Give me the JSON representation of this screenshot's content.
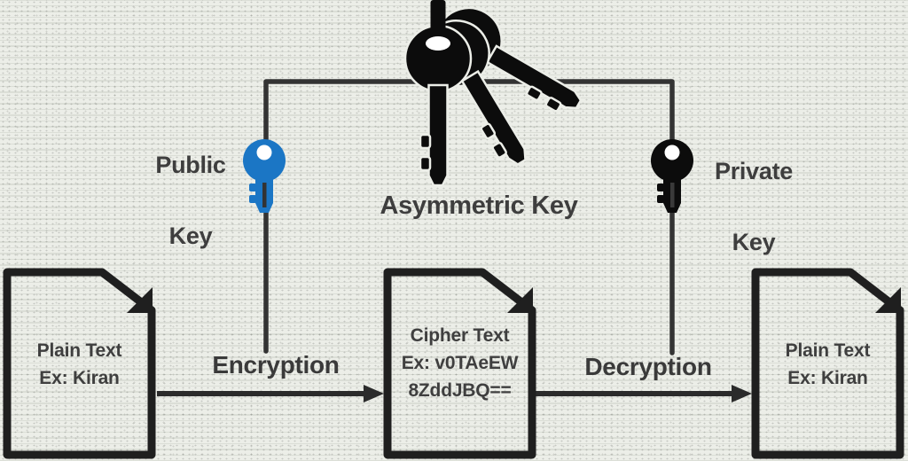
{
  "title": "Asymmetric Key Encryption Diagram",
  "colors": {
    "text": "#3e3e3e",
    "connector": "#333333",
    "arrow": "#2b2b2b",
    "doc_border": "#1f1f1f",
    "key_black": "#0c0c0c",
    "key_blue": "#1b76c5",
    "key_hole": "#ffffff"
  },
  "keys": {
    "bundle_label": "Asymmetric Key",
    "public": {
      "line1": "Public",
      "line2": "Key"
    },
    "private": {
      "line1": "Private",
      "line2": "Key"
    }
  },
  "process": {
    "encrypt_label": "Encryption",
    "decrypt_label": "Decryption"
  },
  "documents": [
    {
      "id": "plaintext-input",
      "lines": [
        "Plain Text",
        "Ex: Kiran"
      ]
    },
    {
      "id": "ciphertext",
      "lines": [
        "Cipher Text",
        "Ex: v0TAeEW",
        "8ZddJBQ=="
      ]
    },
    {
      "id": "plaintext-output",
      "lines": [
        "Plain Text",
        "Ex: Kiran"
      ]
    }
  ],
  "icons": {
    "bundle": "key-bundle-icon",
    "public": "public-key-icon",
    "private": "private-key-icon",
    "document": "document-icon",
    "arrow": "arrow-right-icon"
  }
}
